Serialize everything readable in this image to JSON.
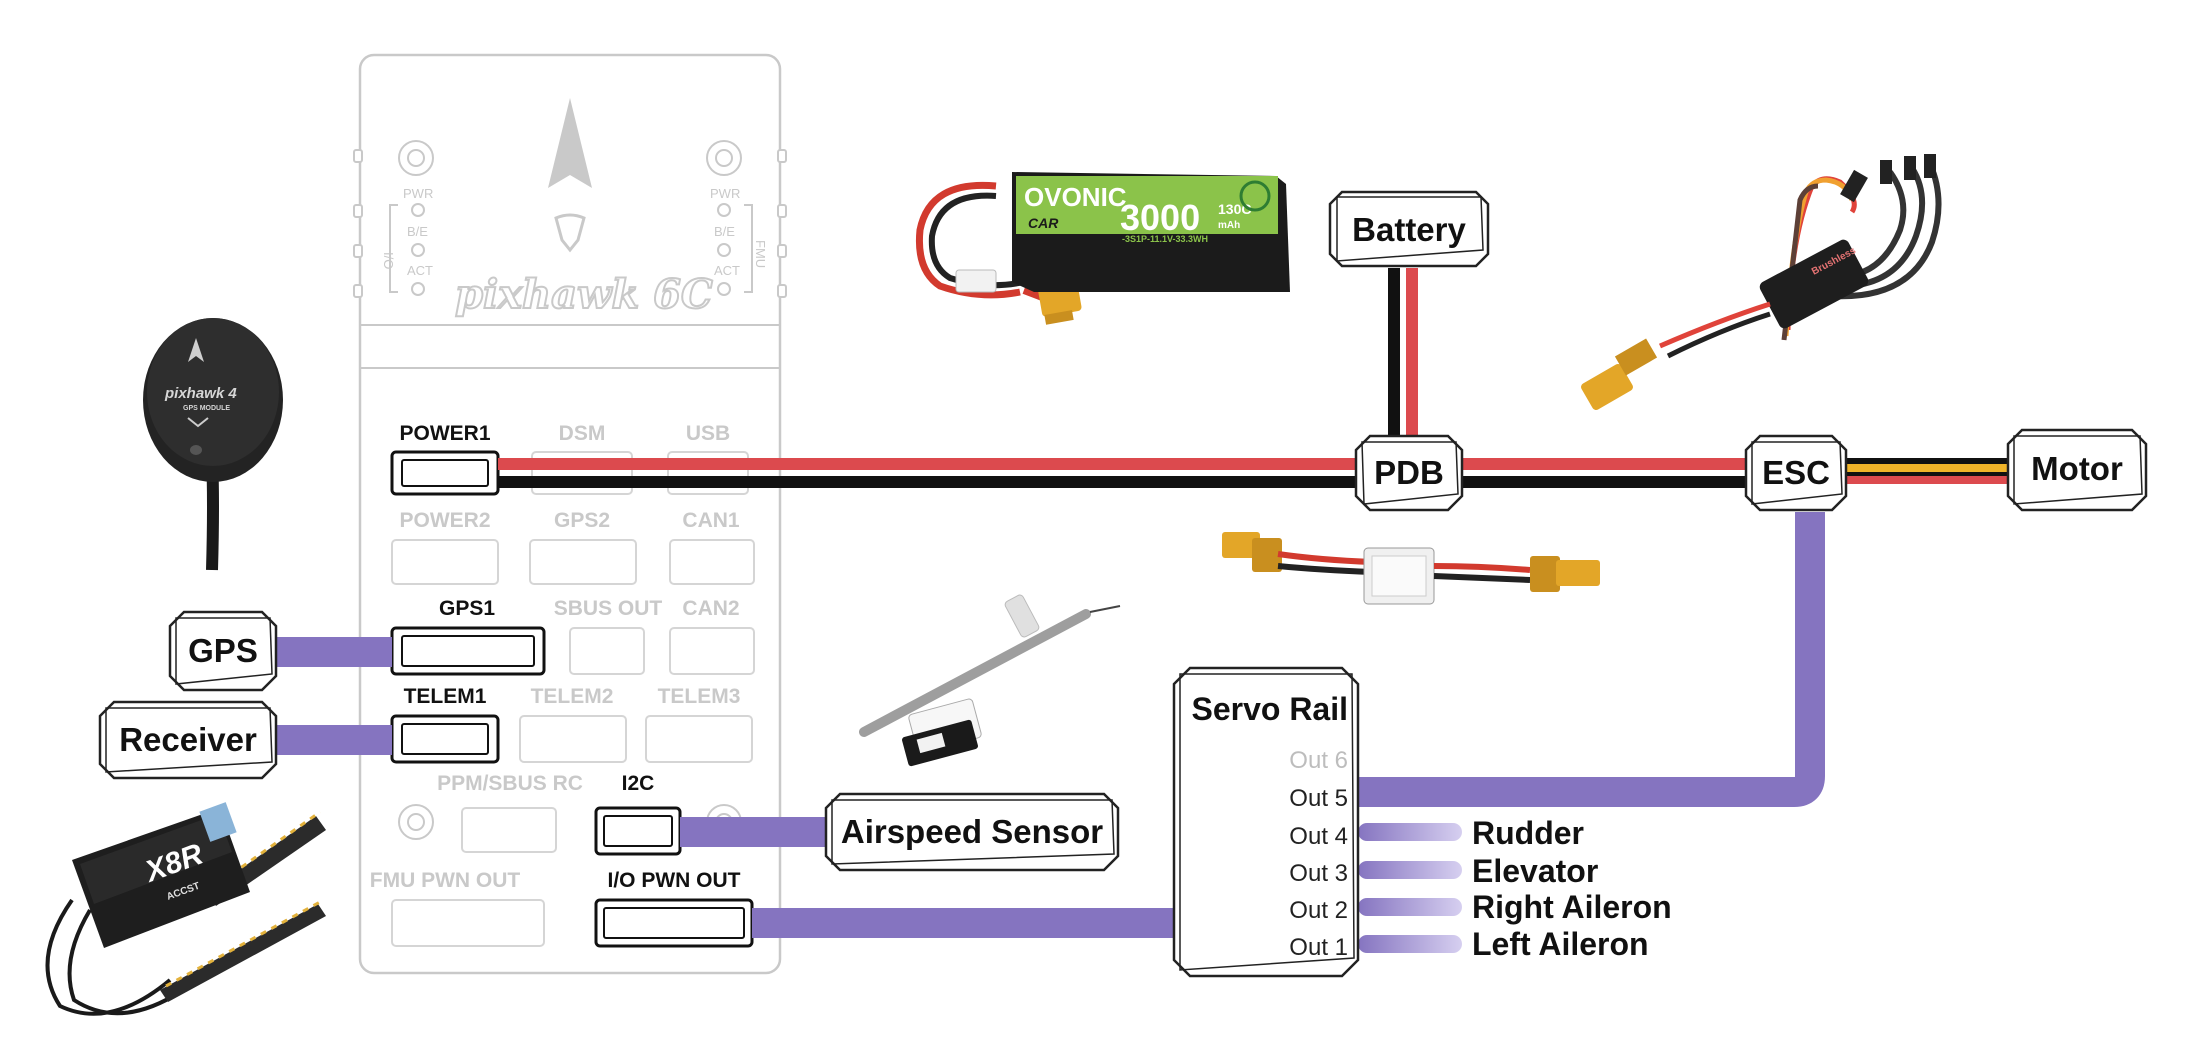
{
  "board": {
    "brand": "pixhawk 6C",
    "led_left": [
      "PWR",
      "B/E",
      "ACT"
    ],
    "led_right": [
      "PWR",
      "B/E",
      "ACT"
    ],
    "side_left": "I/O",
    "side_right": "FMU"
  },
  "ports": {
    "power1": "POWER1",
    "dsm": "DSM",
    "usb": "USB",
    "power2": "POWER2",
    "gps2": "GPS2",
    "can1": "CAN1",
    "gps1": "GPS1",
    "sbus_out": "SBUS OUT",
    "can2": "CAN2",
    "telem1": "TELEM1",
    "telem2": "TELEM2",
    "telem3": "TELEM3",
    "ppm_sbus_rc": "PPM/SBUS RC",
    "i2c": "I2C",
    "fmu_pwm_out": "FMU PWN OUT",
    "io_pwm_out": "I/O PWN OUT"
  },
  "components": {
    "battery": "Battery",
    "pdb": "PDB",
    "esc": "ESC",
    "motor": "Motor",
    "gps": "GPS",
    "receiver": "Receiver",
    "airspeed": "Airspeed Sensor"
  },
  "servo_rail": {
    "title": "Servo Rail",
    "outputs": [
      {
        "label": "Out 6",
        "active": false,
        "target": ""
      },
      {
        "label": "Out 5",
        "active": true,
        "target": ""
      },
      {
        "label": "Out 4",
        "active": true,
        "target": "Rudder"
      },
      {
        "label": "Out 3",
        "active": true,
        "target": "Elevator"
      },
      {
        "label": "Out 2",
        "active": true,
        "target": "Right Aileron"
      },
      {
        "label": "Out 1",
        "active": true,
        "target": "Left Aileron"
      }
    ]
  },
  "photos": {
    "battery_brand": "OVONIC",
    "battery_sub": "CAR",
    "battery_capacity": "3000",
    "battery_rate": "130C",
    "battery_unit": "mAh",
    "battery_spec": "-3S1P-11.1V-33.3WH",
    "gps_brand": "pixhawk 4",
    "gps_sub": "GPS MODULE",
    "receiver_model": "X8R",
    "receiver_sub": "ACCST",
    "esc_brand": "Brushless"
  },
  "colors": {
    "power_red": "#dc4a4e",
    "ground_black": "#111111",
    "signal_purple": "#8574c0",
    "motor_yellow": "#f0b429",
    "outline": "#1a1a1a",
    "inactive": "#cfcfcf"
  }
}
